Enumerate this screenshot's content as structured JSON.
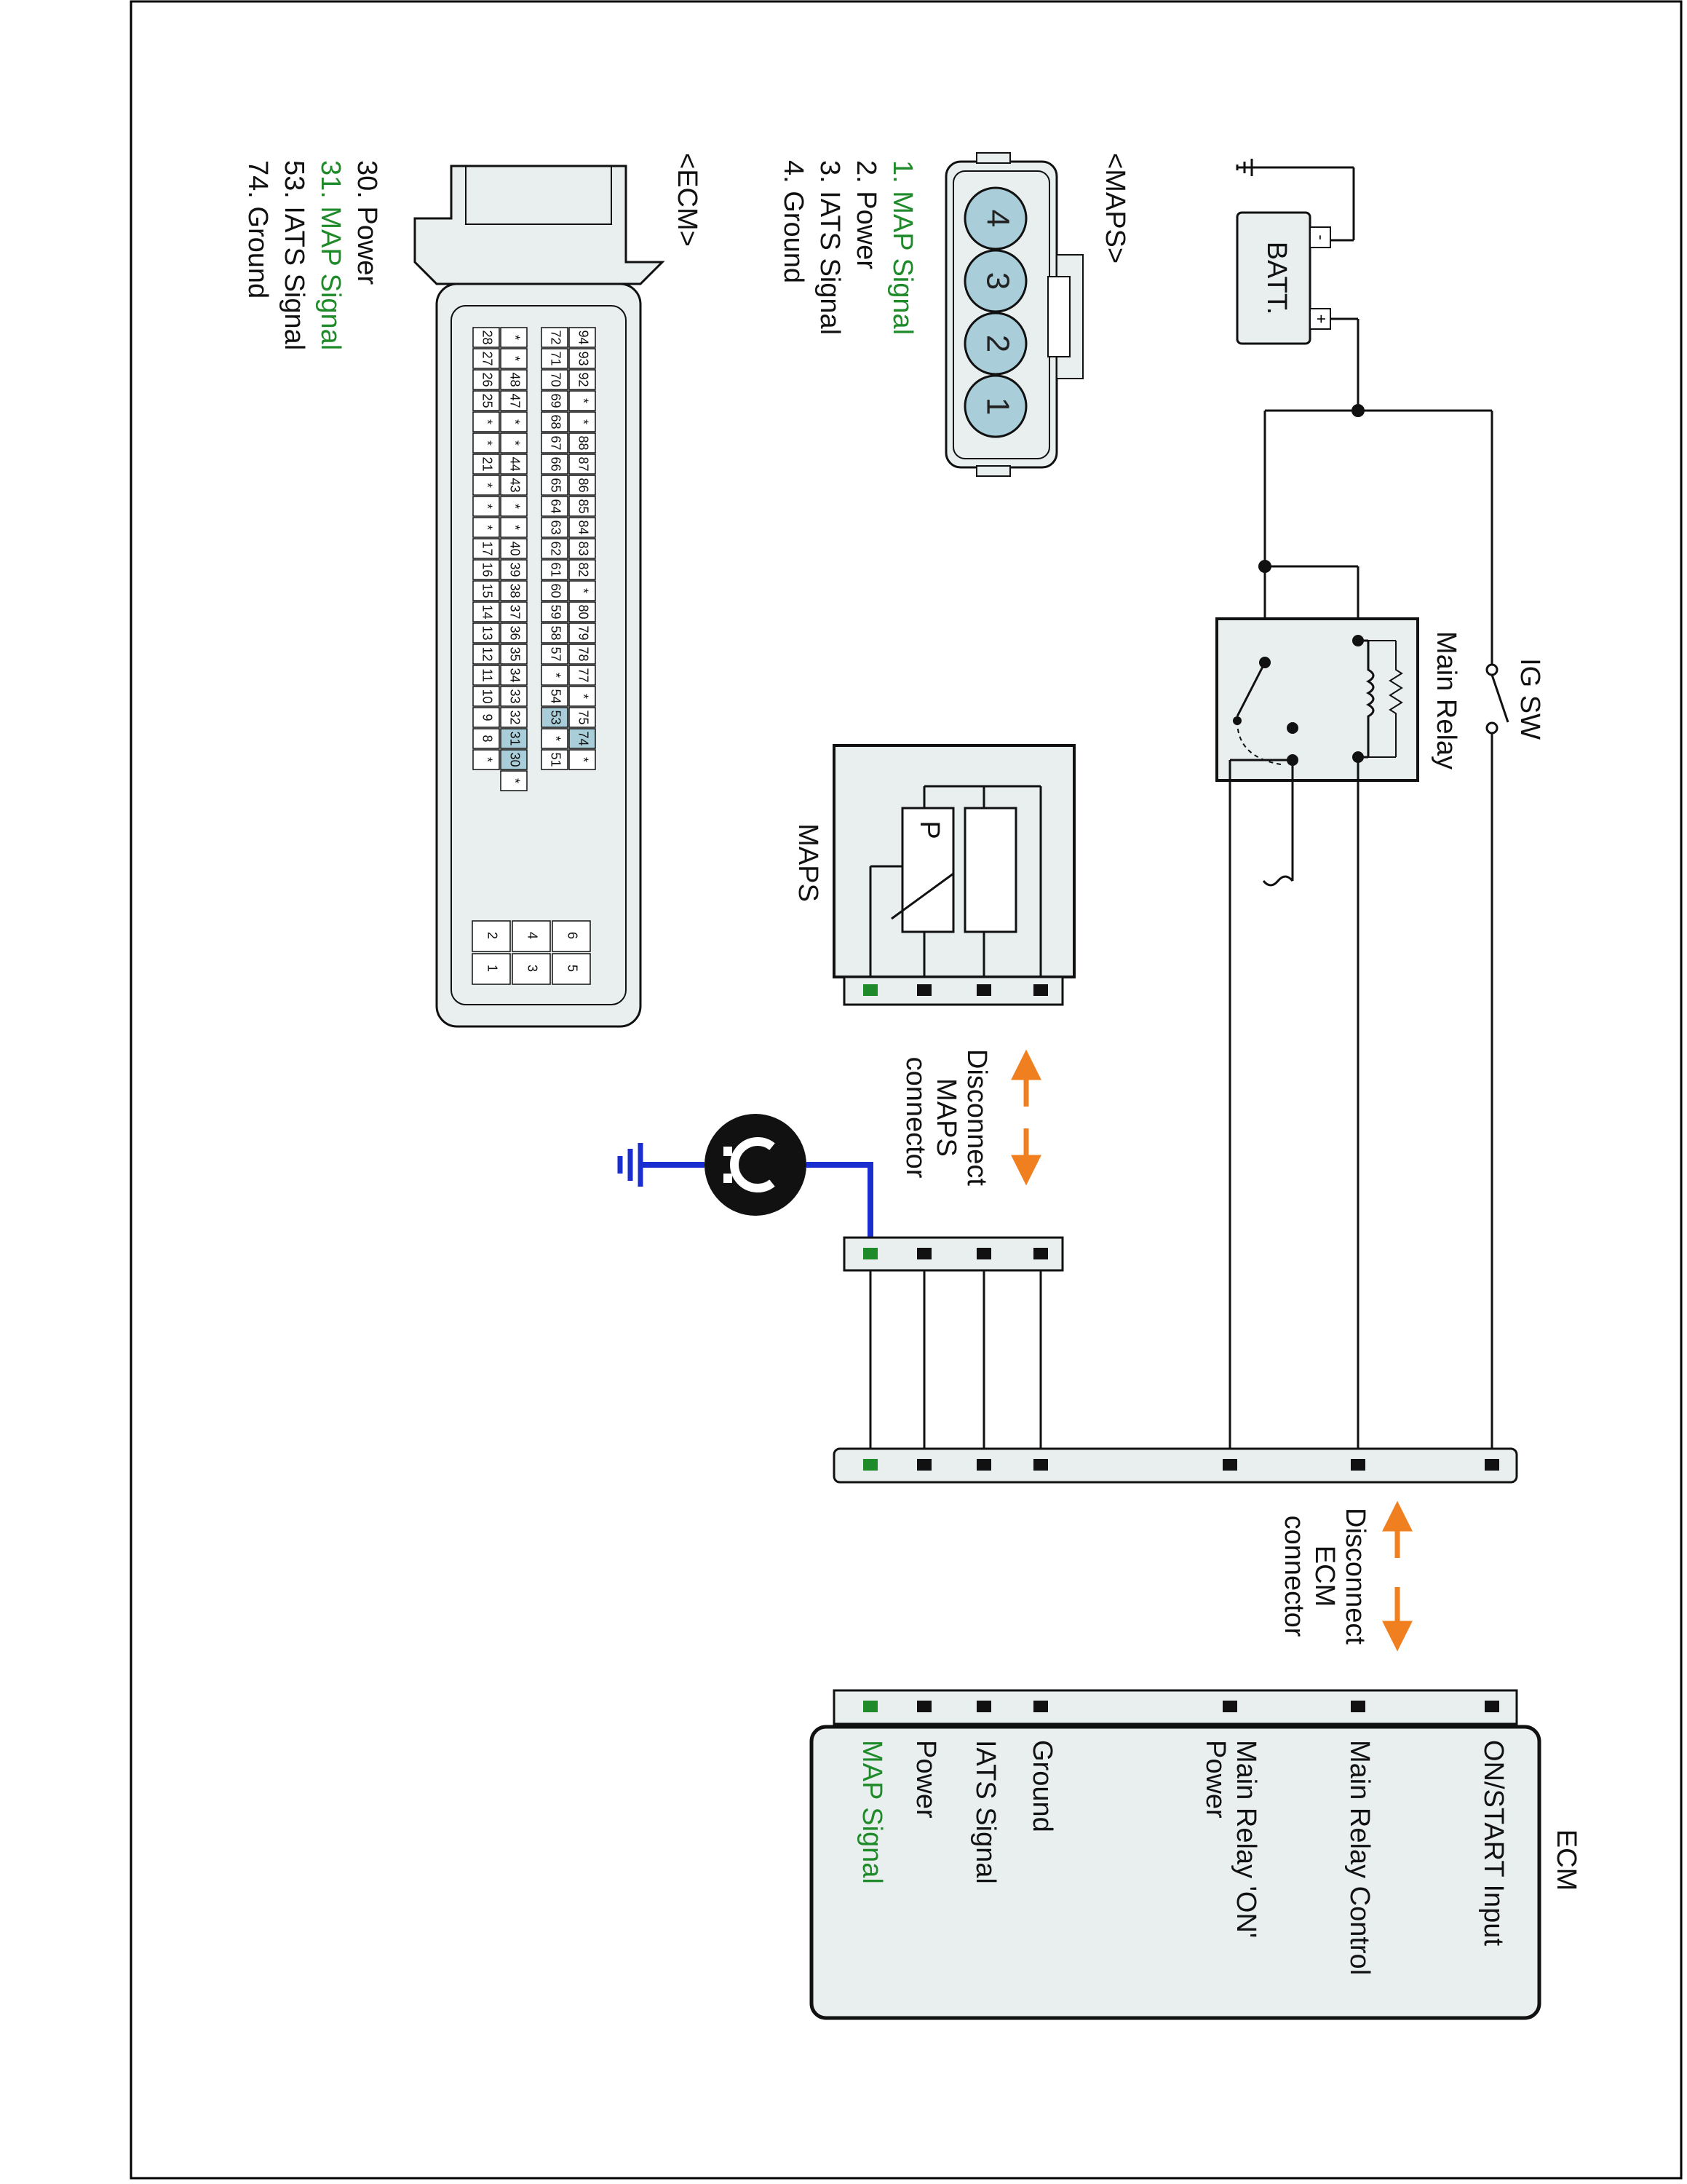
{
  "components": {
    "battery": {
      "label": "BATT.",
      "neg": "-",
      "pos": "+"
    },
    "ig_switch": {
      "label": "IG SW"
    },
    "main_relay": {
      "label": "Main Relay"
    },
    "maps_sensor": {
      "label": "MAPS",
      "element": "P"
    },
    "ecm": {
      "label": "ECM"
    }
  },
  "maps_connector": {
    "title": "<MAPS>",
    "pin_numbers": [
      "1",
      "2",
      "3",
      "4"
    ],
    "pins": [
      {
        "text": "1. MAP Signal",
        "highlight": true
      },
      {
        "text": "2. Power",
        "highlight": false
      },
      {
        "text": "3. IATS Signal",
        "highlight": false
      },
      {
        "text": "4. Ground",
        "highlight": false
      }
    ]
  },
  "ecm_connector": {
    "title": "<ECM>",
    "pins": [
      {
        "text": "30. Power",
        "highlight": false
      },
      {
        "text": "31. MAP Signal",
        "highlight": true
      },
      {
        "text": "53. IATS Signal",
        "highlight": false
      },
      {
        "text": "74. Ground",
        "highlight": false
      }
    ],
    "grid_rows": [
      [
        "94",
        "93",
        "92",
        "*",
        "*",
        "88",
        "87",
        "86",
        "85",
        "84",
        "83",
        "82",
        "*",
        "80",
        "79",
        "78",
        "77",
        "*",
        "75",
        "74",
        "*"
      ],
      [
        "72",
        "71",
        "70",
        "69",
        "68",
        "67",
        "66",
        "65",
        "64",
        "63",
        "62",
        "61",
        "60",
        "59",
        "58",
        "57",
        "*",
        "54",
        "53",
        "*",
        "51"
      ],
      [
        "*",
        "*",
        "48",
        "47",
        "*",
        "*",
        "44",
        "43",
        "*",
        "*",
        "40",
        "39",
        "38",
        "37",
        "36",
        "35",
        "34",
        "33",
        "32",
        "31",
        "30",
        "*"
      ],
      [
        "28",
        "27",
        "26",
        "25",
        "*",
        "*",
        "21",
        "*",
        "*",
        "*",
        "17",
        "16",
        "15",
        "14",
        "13",
        "12",
        "11",
        "10",
        "9",
        "8",
        "*"
      ]
    ],
    "highlight_pins": [
      "74",
      "53",
      "31",
      "30"
    ],
    "small_block": [
      "6",
      "5",
      "4",
      "3",
      "2",
      "1"
    ]
  },
  "disconnect_maps": {
    "line1": "Disconnect",
    "line2": "MAPS",
    "line3": "connector"
  },
  "disconnect_ecm": {
    "line1": "Disconnect",
    "line2": "ECM",
    "line3": "connector"
  },
  "ecm_terminals": [
    "ON/START Input",
    "Main Relay Control",
    "Main Relay 'ON'",
    "Power",
    "Ground",
    "IATS Signal",
    "Power",
    "MAP Signal"
  ],
  "colors": {
    "highlight_text": "#1f8a2a",
    "pin_fill": "#a9cdd9",
    "arrow": "#f07f1f",
    "probe_wire": "#1a2ed0",
    "panel": "#e9eeee"
  }
}
